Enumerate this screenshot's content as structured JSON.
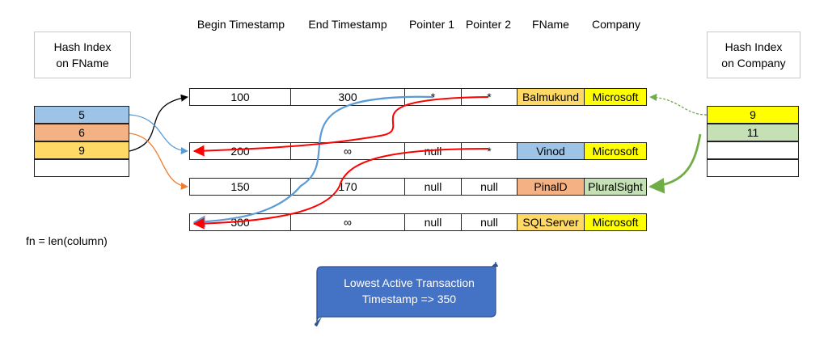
{
  "headers": [
    "Begin Timestamp",
    "End Timestamp",
    "Pointer 1",
    "Pointer 2",
    "FName",
    "Company"
  ],
  "left_index": {
    "title": "Hash Index\non FName",
    "cells": [
      "5",
      "6",
      "9",
      ""
    ]
  },
  "right_index": {
    "title": "Hash Index\non Company",
    "cells": [
      "9",
      "11",
      "",
      ""
    ]
  },
  "rows": [
    {
      "begin": "100",
      "end": "300",
      "p1": "*",
      "p2": "*",
      "fname": "Balmukund",
      "company": "Microsoft"
    },
    {
      "begin": "200",
      "end": "∞",
      "p1": "null",
      "p2": "*",
      "fname": "Vinod",
      "company": "Microsoft"
    },
    {
      "begin": "150",
      "end": "170",
      "p1": "null",
      "p2": "null",
      "fname": "PinalD",
      "company": "PluralSight"
    },
    {
      "begin": "300",
      "end": "∞",
      "p1": "null",
      "p2": "null",
      "fname": "SQLServer",
      "company": "Microsoft"
    }
  ],
  "formula": "fn = len(column)",
  "scroll": {
    "line1": "Lowest Active Transaction",
    "line2": "Timestamp => 350"
  },
  "colors": {
    "blue_cell": "#9dc3e6",
    "orange_cell": "#f4b183",
    "yellow_cell": "#ffd966",
    "bright_yellow": "#ffff00",
    "green_cell": "#c5e0b4",
    "blue_arrow": "#5b9bd5",
    "red_arrow": "#ff0000",
    "orange_arrow": "#ed7d31",
    "green_arrow": "#70ad47",
    "scroll_fill": "#4472c4"
  }
}
